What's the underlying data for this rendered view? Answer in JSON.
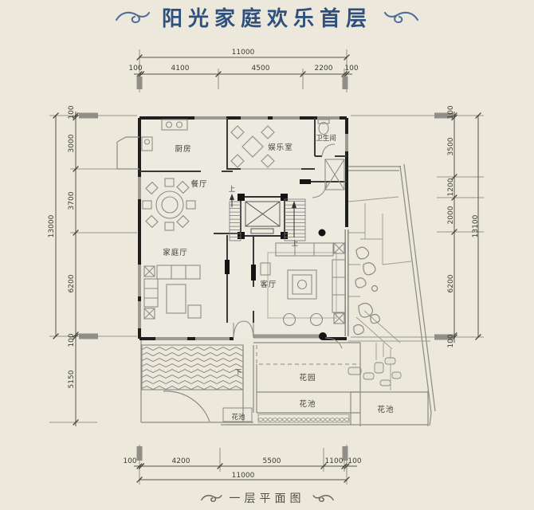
{
  "header": {
    "title": "阳光家庭欢乐首层"
  },
  "footer": {
    "caption": "一层平面图"
  },
  "colors": {
    "background": "#ece9dc",
    "title_blue": "#2f4f7d",
    "wall_dark": "#1f1f1f",
    "line_gray": "#8a8a84"
  },
  "rooms": {
    "kitchen": "厨房",
    "entertainment": "娱乐室",
    "bath": "卫生间",
    "dining": "餐厅",
    "family": "家庭厅",
    "living": "客厅",
    "garden": "花园",
    "bed_center": "花池",
    "bed_right": "花池",
    "bed_left": "花池",
    "up_a": "上",
    "up_b": "上",
    "down": "下"
  },
  "dims": {
    "top_total": "11000",
    "top_segs": [
      "100",
      "4100",
      "4500",
      "2200",
      "100"
    ],
    "bottom_total": "11000",
    "bottom_segs": [
      "100",
      "4200",
      "5500",
      "1100",
      "100"
    ],
    "left_total": "13000",
    "left_segs": [
      "100",
      "3000",
      "3700",
      "6200",
      "100"
    ],
    "left_lower": "5150",
    "right_total": "13100",
    "right_segs": [
      "100",
      "3500",
      "1200",
      "2000",
      "6200",
      "100"
    ]
  }
}
